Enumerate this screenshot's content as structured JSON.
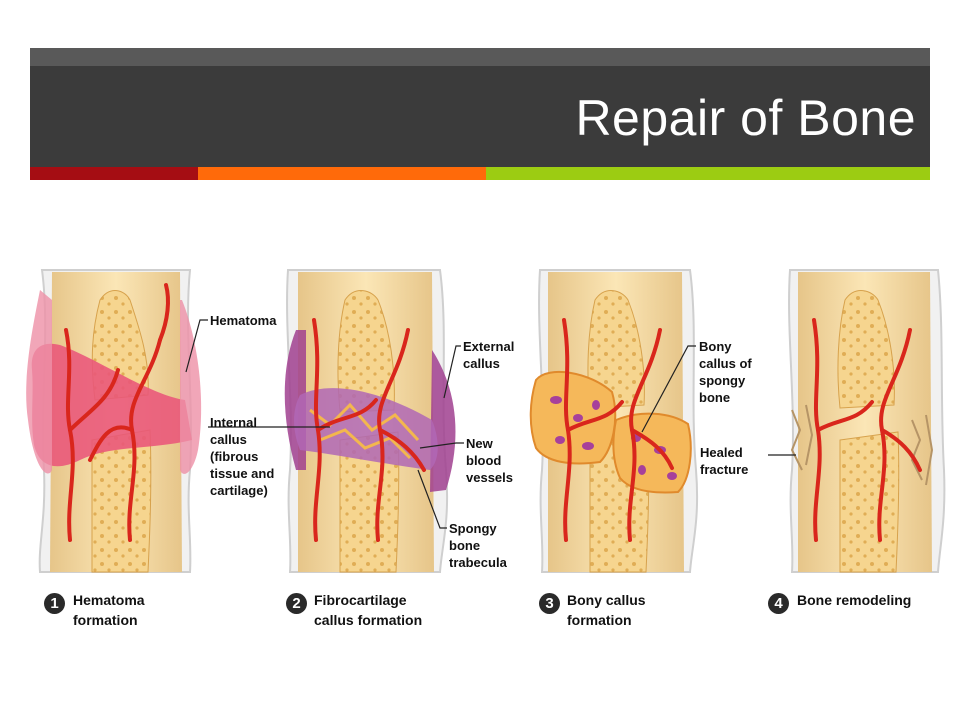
{
  "title": "Repair of Bone",
  "colors": {
    "bar_dark": "#3b3b3b",
    "bar_top": "#595959",
    "accent_red": "#a50d13",
    "accent_orange": "#ff6a0a",
    "accent_green": "#9ccc12"
  },
  "labels": {
    "hematoma": "Hematoma",
    "internal_callus": "Internal\ncallus\n(fibrous\ntissue and\ncartilage)",
    "external_callus": "External\ncallus",
    "new_vessels": "New\nblood\nvessels",
    "spongy_trabecula": "Spongy\nbone\ntrabecula",
    "bony_callus_spongy": "Bony\ncallus of\nspongy\nbone",
    "healed_fracture": "Healed\nfracture"
  },
  "steps": [
    {
      "number": "1",
      "caption": "Hematoma\nformation"
    },
    {
      "number": "2",
      "caption": "Fibrocartilage\ncallus formation"
    },
    {
      "number": "3",
      "caption": "Bony callus\nformation"
    },
    {
      "number": "4",
      "caption": "Bone remodeling"
    }
  ]
}
